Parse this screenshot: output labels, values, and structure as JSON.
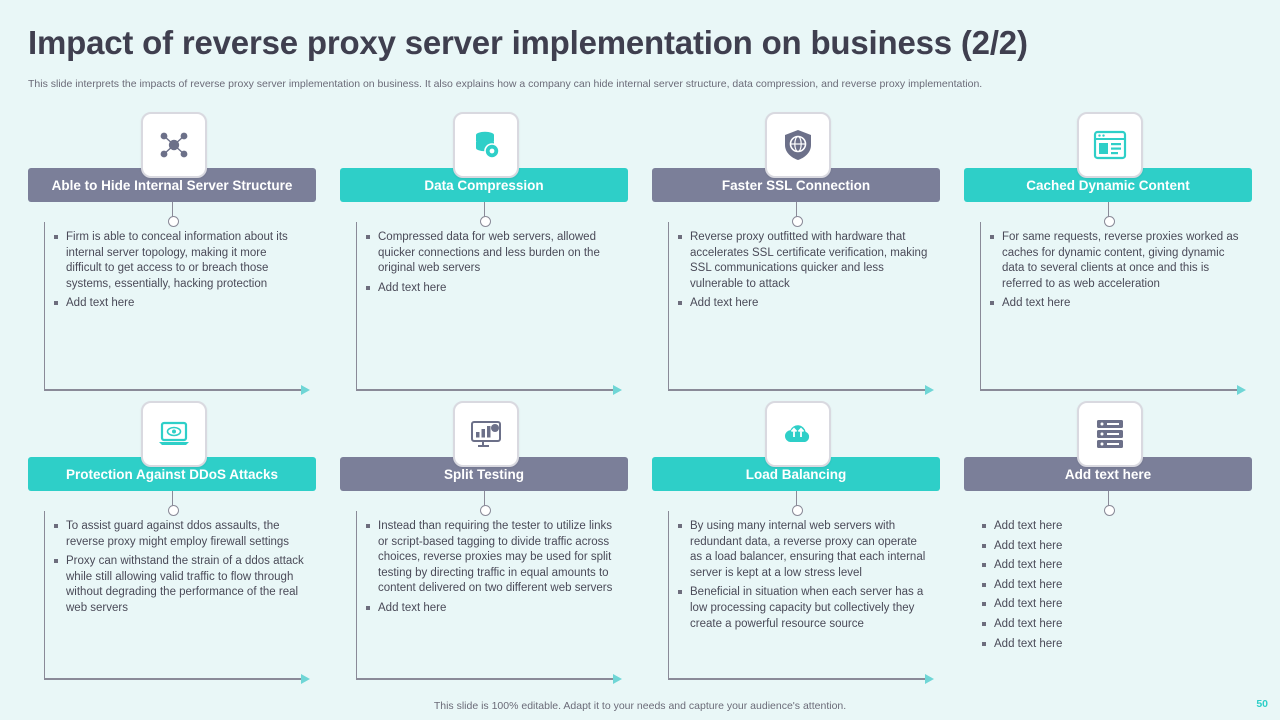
{
  "slide": {
    "title": "Impact of reverse proxy server implementation on business (2/2)",
    "subtitle": "This slide interprets the impacts of reverse proxy server implementation on business. It also explains how a company can hide internal server structure, data compression, and reverse proxy implementation.",
    "footer": "This slide is 100% editable. Adapt it to your needs and capture your audience's attention.",
    "page_number": "50",
    "colors": {
      "background": "#e9f7f7",
      "teal": "#2ecfc8",
      "grey": "#7b7f99",
      "title_text": "#3f3f4f",
      "body_text": "#4a4a58"
    }
  },
  "cards": [
    {
      "id": "hide-internal-server-structure",
      "title": "Able to Hide Internal Server Structure",
      "bar_color": "grey",
      "icon": "network-nodes-icon",
      "bullets": [
        "Firm is able to conceal information about its internal server topology, making it more difficult to get access to or breach those systems, essentially, hacking protection",
        "Add text here"
      ]
    },
    {
      "id": "data-compression",
      "title": "Data Compression",
      "bar_color": "teal",
      "icon": "database-gear-icon",
      "bullets": [
        "Compressed data for web servers, allowed quicker connections and less burden on the original web servers",
        "Add text here"
      ]
    },
    {
      "id": "faster-ssl-connection",
      "title": "Faster SSL Connection",
      "bar_color": "grey",
      "icon": "shield-globe-icon",
      "bullets": [
        "Reverse proxy outfitted with hardware that accelerates SSL certificate verification, making SSL communications quicker and less vulnerable to attack",
        "Add text here"
      ]
    },
    {
      "id": "cached-dynamic-content",
      "title": "Cached Dynamic Content",
      "bar_color": "teal",
      "icon": "browser-window-icon",
      "bullets": [
        "For same requests, reverse proxies worked as caches for dynamic content, giving dynamic data to several clients at once and this is referred to as web acceleration",
        "Add text here"
      ]
    },
    {
      "id": "protection-against-ddos-attacks",
      "title": "Protection Against DDoS Attacks",
      "bar_color": "teal",
      "icon": "laptop-eye-icon",
      "bullets": [
        "To assist guard against ddos assaults, the reverse proxy might employ firewall settings",
        "Proxy can withstand the strain of a ddos attack while still allowing valid traffic to flow through without degrading the performance of the real web servers"
      ]
    },
    {
      "id": "split-testing",
      "title": "Split Testing",
      "bar_color": "grey",
      "icon": "monitor-chart-icon",
      "bullets": [
        "Instead than requiring the tester to utilize links or script-based tagging to divide traffic across choices, reverse proxies may be used for split testing by directing traffic in equal amounts to content delivered on two different web servers",
        "Add text here"
      ]
    },
    {
      "id": "load-balancing",
      "title": "Load Balancing",
      "bar_color": "teal",
      "icon": "cloud-upload-icon",
      "bullets": [
        "By using many internal web servers with redundant data, a reverse proxy can operate as a load balancer, ensuring that each internal server is kept at a low stress level",
        "Beneficial in situation when each server has a low processing capacity but collectively they create a powerful resource source"
      ]
    },
    {
      "id": "add-text-here",
      "title": "Add text here",
      "bar_color": "grey",
      "icon": "server-stack-icon",
      "bullets": [
        "Add text here",
        "Add text here",
        "Add text here",
        "Add text here",
        "Add text here",
        "Add text here",
        "Add text here"
      ]
    }
  ]
}
